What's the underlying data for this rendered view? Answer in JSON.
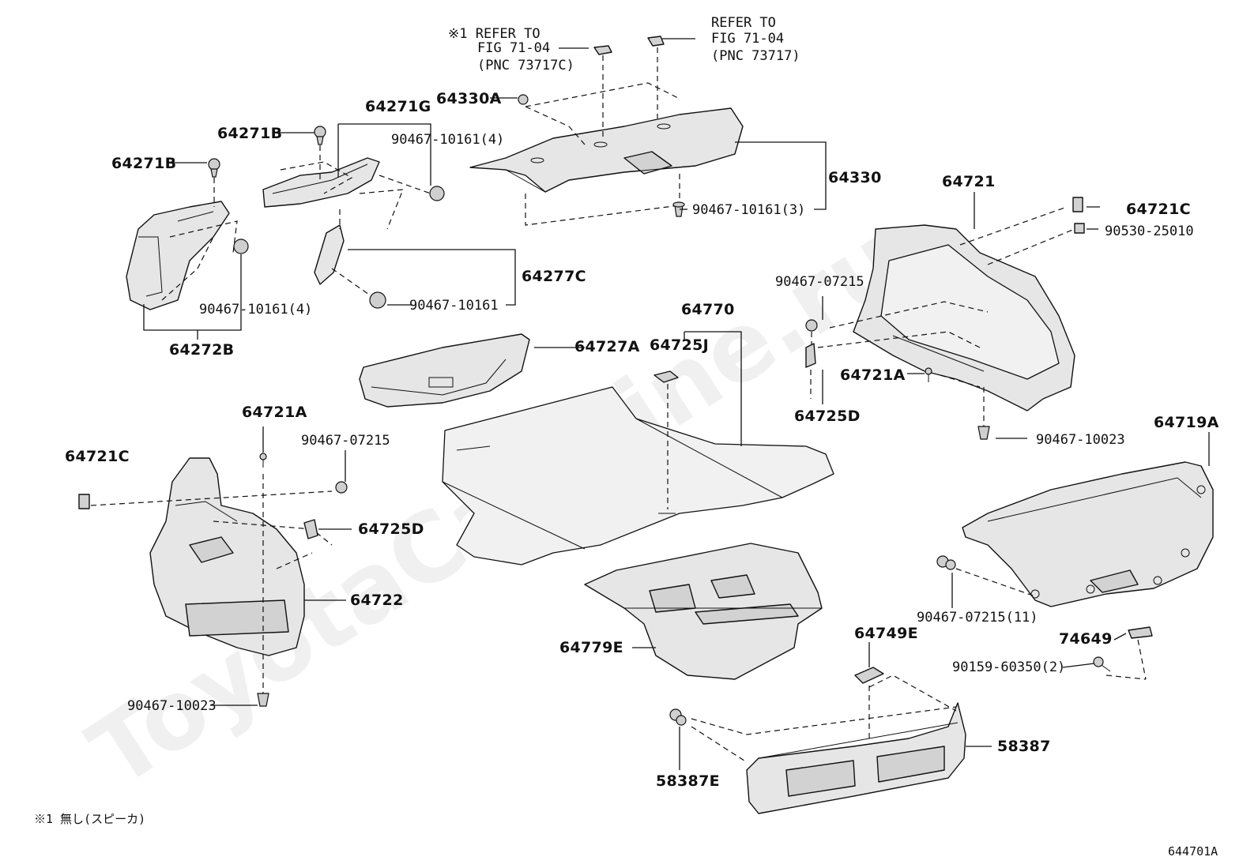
{
  "watermark": "ToyotaCarMine.ru",
  "labels": {
    "ref1_line1": "※1 REFER TO",
    "ref1_line2": "FIG 71-04",
    "ref1_line3": "(PNC 73717C)",
    "ref2_line1": "REFER TO",
    "ref2_line2": "FIG 71-04",
    "ref2_line3": "(PNC 73717)",
    "p64330A": "64330A",
    "p64271G": "64271G",
    "p64271B_a": "64271B",
    "p64271B_b": "64271B",
    "c90467_10161_4a": "90467-10161(4)",
    "p64330": "64330",
    "c90467_10161_3": "90467-10161(3)",
    "p64721": "64721",
    "p64721C_a": "64721C",
    "c90530_25010": "90530-25010",
    "p64277C": "64277C",
    "c90467_10161": "90467-10161",
    "c90467_10161_4b": "90467-10161(4)",
    "p64272B": "64272B",
    "c90467_07215_a": "90467-07215",
    "p64770": "64770",
    "p64725J": "64725J",
    "p64727A": "64727A",
    "p64721A_a": "64721A",
    "p64725D_a": "64725D",
    "c90467_10023_a": "90467-10023",
    "p64719A": "64719A",
    "p64721A_b": "64721A",
    "c90467_07215_b": "90467-07215",
    "p64721C_b": "64721C",
    "p64725D_b": "64725D",
    "p64722": "64722",
    "c90467_07215_11": "90467-07215(11)",
    "p74649": "74649",
    "c90159_60350_2": "90159-60350(2)",
    "p64779E": "64779E",
    "p64749E": "64749E",
    "c90467_10023_b": "90467-10023",
    "p58387": "58387",
    "p58387E": "58387E",
    "footnote": "※1 無し(スピーカ)",
    "fig_id": "644701A"
  }
}
